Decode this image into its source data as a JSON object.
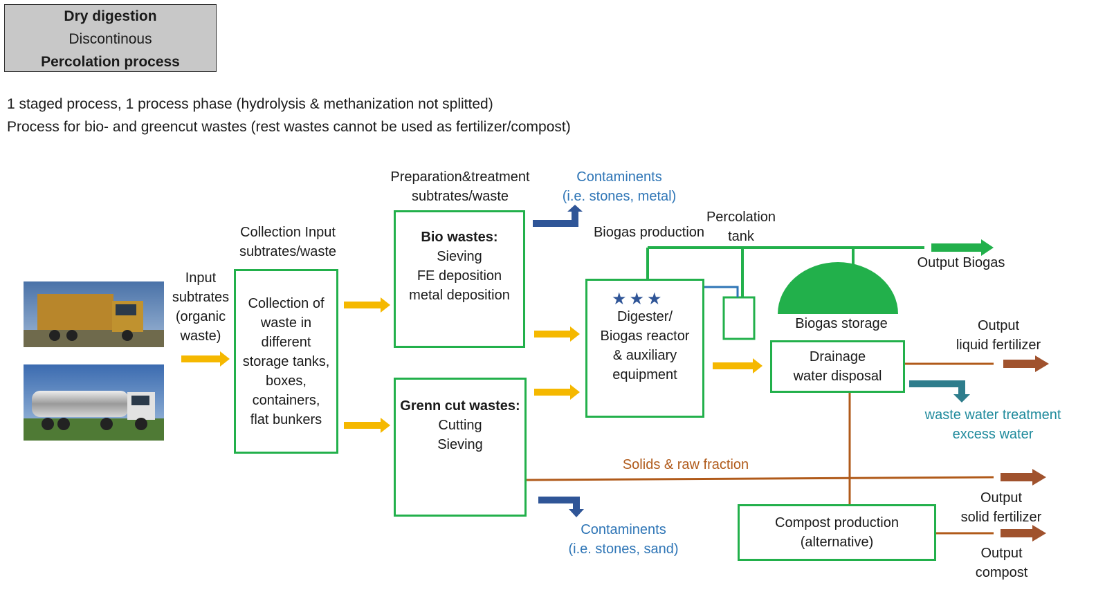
{
  "title_box": {
    "line1": "Dry digestion",
    "line2": "Discontinous",
    "line3": "Percolation process"
  },
  "intro": {
    "line1": "1 staged process, 1 process phase (hydrolysis & methanization not splitted)",
    "line2": "Process for bio- and greencut wastes (rest wastes cannot be used as fertilizer/compost)"
  },
  "labels": {
    "input": [
      "Input",
      "subtrates",
      "(organic",
      "waste)"
    ],
    "collection_header": [
      "Collection Input",
      "subtrates/waste"
    ],
    "prep_header": [
      "Preparation&treatment",
      "subtrates/waste"
    ],
    "contam_top": [
      "Contaminents",
      "(i.e. stones, metal)"
    ],
    "contam_bottom": [
      "Contaminents",
      "(i.e. stones, sand)"
    ],
    "biogas_production": "Biogas production",
    "percolation_tank": [
      "Percolation",
      "tank"
    ],
    "output_biogas": "Output Biogas",
    "biogas_storage": "Biogas storage",
    "output_liquid": [
      "Output",
      "liquid fertilizer"
    ],
    "waste_water": [
      "waste water treatment",
      "excess water"
    ],
    "solids": "Solids & raw fraction",
    "output_solid": [
      "Output",
      "solid fertilizer"
    ],
    "output_compost": [
      "Output",
      "compost"
    ]
  },
  "boxes": {
    "collection": [
      "Collection of",
      "waste in",
      "different",
      "storage tanks,",
      "boxes,",
      "containers,",
      "flat bunkers"
    ],
    "bio_wastes": {
      "heading": "Bio wastes:",
      "lines": [
        "Sieving",
        "FE deposition",
        "metal deposition"
      ]
    },
    "green_cut": {
      "heading": "Grenn cut wastes:",
      "lines": [
        "Cutting",
        "Sieving"
      ]
    },
    "digester": [
      "Digester/",
      "Biogas reactor",
      "& auxiliary",
      "equipment"
    ],
    "drainage": [
      "Drainage",
      "water disposal"
    ],
    "compost": [
      "Compost production",
      "(alternative)"
    ]
  },
  "colors": {
    "green": "#22b04b",
    "yellow_arrow": "#f5b800",
    "blue_arrow": "#2f5597",
    "brown": "#b05a1a",
    "teal_arrow": "#2e7d8c"
  }
}
